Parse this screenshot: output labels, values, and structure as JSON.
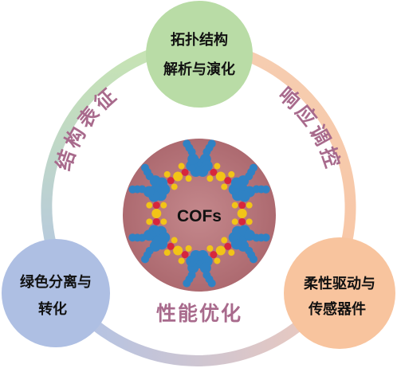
{
  "center": {
    "label": "COFs"
  },
  "nodes": {
    "top": {
      "line1": "拓扑结构",
      "line2": "解析与演化"
    },
    "left": {
      "line1": "绿色分离与",
      "line2": "转化"
    },
    "right": {
      "line1": "柔性驱动与",
      "line2": "传感器件"
    }
  },
  "arc_labels": {
    "left": "结构表征",
    "right": "响应调控",
    "bottom": "性能优化"
  },
  "colors": {
    "ring_green": "#c7e3b6",
    "ring_orange": "#f7c8ab",
    "ring_blue": "#b7c4e2",
    "node_top": "#b9dca6",
    "node_left": "#aebfe3",
    "node_right": "#f8c49e",
    "center_disc": "#b8757a",
    "framework_blue": "#2f82c4",
    "framework_yellow": "#f2c417",
    "framework_red": "#d7263d"
  }
}
